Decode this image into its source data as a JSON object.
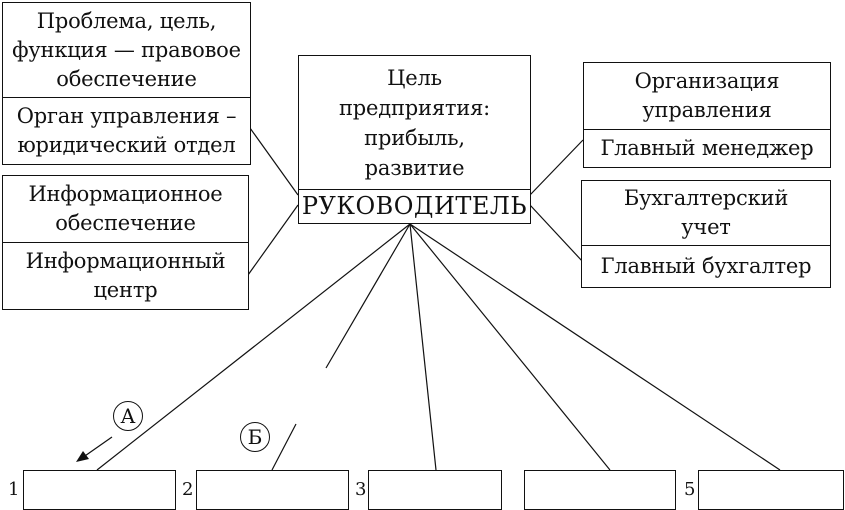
{
  "left_top": {
    "header": "Проблема, цель,\nфункция — правовое\nобеспечение",
    "body": "Орган управления –\nюридический отдел"
  },
  "left_bottom": {
    "header": "Информационное\nобеспечение",
    "body": "Информационный\nцентр"
  },
  "center": {
    "goal": "Цель\nпредприятия:\nприбыль,\nразвитие",
    "head": "РУКОВОДИТЕЛЬ"
  },
  "right_top": {
    "header": "Организация\nуправления",
    "body": "Главный менеджер"
  },
  "right_bottom": {
    "header": "Бухгалтерский\nучет",
    "body": "Главный бухгалтер"
  },
  "annotations": {
    "a": "А",
    "b": "Б"
  },
  "bottom_numbers": [
    "1",
    "2",
    "3",
    "5"
  ]
}
